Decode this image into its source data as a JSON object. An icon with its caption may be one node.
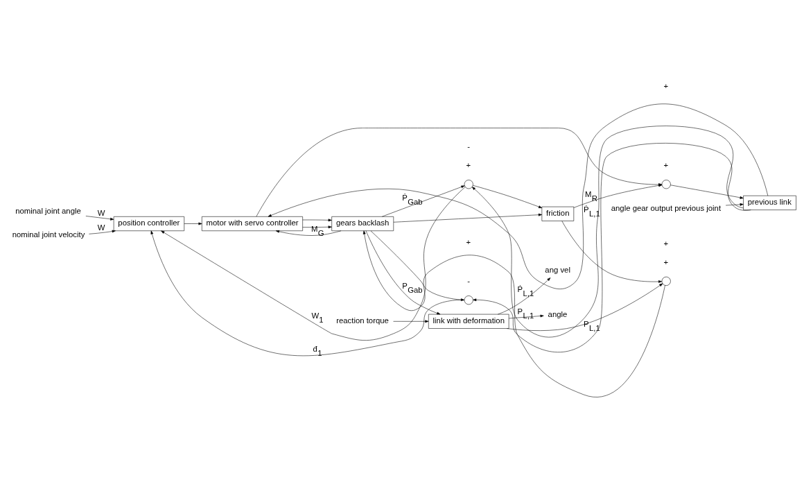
{
  "diagram": {
    "nodes": [
      {
        "text": [
          "angle gear output previous joint"
        ]
      },
      {
        "text": [
          "previous link"
        ]
      },
      {
        "text": [],
        "shape": "circle"
      },
      {
        "text": [
          "friction"
        ]
      },
      {
        "text": [
          "nominal joint angle"
        ]
      },
      {
        "text": [
          "nominal joint velocity"
        ]
      },
      {
        "text": [
          "position controller"
        ]
      },
      {
        "text": [
          "motor with servo controller"
        ]
      },
      {
        "text": [
          "gears backlash"
        ]
      },
      {
        "text": [],
        "shape": "circle"
      },
      {
        "text": [
          "link with deformation"
        ]
      },
      {
        "text": [],
        "shape": "circle"
      },
      {
        "text": [],
        "shape": "circle"
      },
      {
        "text": [
          "reaction torque"
        ]
      },
      {
        "text": [
          "ang vel"
        ]
      },
      {
        "text": [
          "angle"
        ]
      }
    ],
    "edges": [
      {
        "from": 0,
        "to": 1,
        "arrow": "to"
      },
      {
        "from": 1,
        "to": 12,
        "arrow": "to",
        "label": "P$_{L,1}$"
      },
      {
        "from": 1,
        "to": 11,
        "arrow": "to",
        "label": "Ṗ$_{L,1}$"
      },
      {
        "from": 1,
        "to": 7,
        "arrow": "to"
      },
      {
        "from": 4,
        "to": 6,
        "arrow": "to",
        "label": "W"
      },
      {
        "from": 5,
        "to": 6,
        "arrow": "to",
        "label": "W"
      },
      {
        "from": 6,
        "to": 7,
        "arrow": "to"
      },
      {
        "from": 11,
        "to": 6,
        "arrow": "to",
        "label": "W$_{1}$"
      },
      {
        "from": 11,
        "to": 3,
        "arrow": "to"
      },
      {
        "from": 12,
        "to": 6,
        "arrow": "to",
        "label": "đ$_{1}$"
      },
      {
        "from": 7,
        "to": 8,
        "arrow": "to"
      },
      {
        "from": 7,
        "to": 8,
        "arrow": "to"
      },
      {
        "from": 7,
        "to": 2,
        "arrow": "to"
      },
      {
        "from": 8,
        "to": 7,
        "arrow": "to",
        "label": "M$_{G}$"
      },
      {
        "from": 8,
        "to": 3,
        "arrow": "to"
      },
      {
        "from": 8,
        "to": 10,
        "arrow": "to",
        "label": "P$_{Gab}$"
      },
      {
        "from": 8,
        "to": 12,
        "arrow": "to"
      },
      {
        "from": 8,
        "to": 11,
        "arrow": "to",
        "label": "Ṗ$_{Gab}$"
      },
      {
        "from": 3,
        "to": 2,
        "arrow": "to",
        "label": "M$_{R}$"
      },
      {
        "from": 3,
        "to": 9,
        "arrow": "to"
      },
      {
        "from": 9,
        "to": 8,
        "arrow": "to"
      },
      {
        "from": 10,
        "to": 9,
        "arrow": "to"
      },
      {
        "from": 2,
        "to": 1,
        "arrow": "to"
      },
      {
        "from": 13,
        "to": 10,
        "arrow": "to"
      },
      {
        "from": 10,
        "to": 15,
        "arrow": "to",
        "label": "P$_{L,1}$"
      },
      {
        "from": 10,
        "to": 14,
        "arrow": "to",
        "label": "Ṗ$_{L,1}$"
      }
    ],
    "labels": [
      "+",
      "+",
      "+",
      "+",
      "-",
      "+",
      "-",
      "+"
    ]
  }
}
